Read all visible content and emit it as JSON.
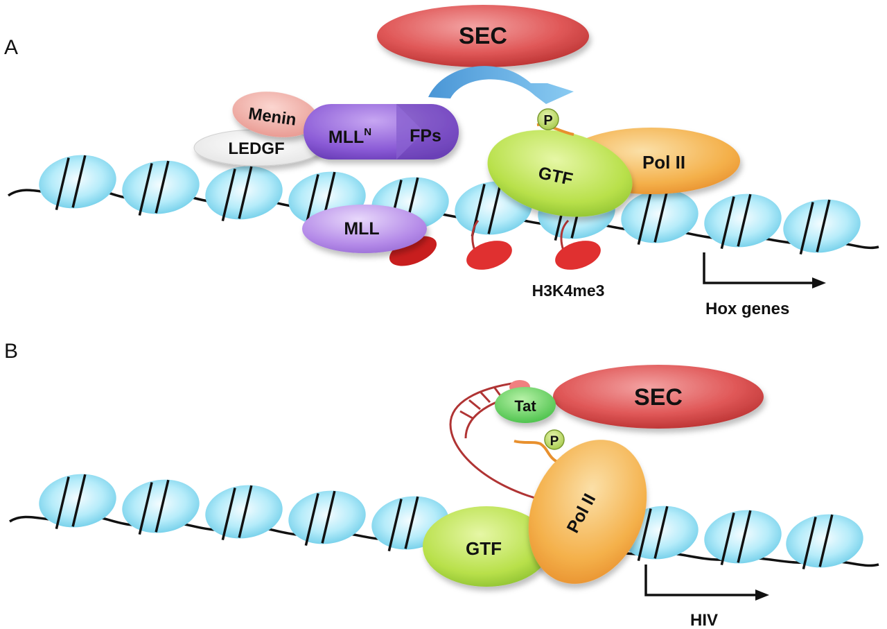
{
  "panels": [
    {
      "letter": "A",
      "labels": {
        "sec": "SEC",
        "menin": "Menin",
        "ledgf": "LEDGF",
        "mll_n_base": "MLL",
        "mll_n_sup": "N",
        "fps": "FPs",
        "mll": "MLL",
        "p": "P",
        "gtf": "GTF",
        "pol2": "Pol II",
        "h3k4me3": "H3K4me3",
        "gene": "Hox genes"
      }
    },
    {
      "letter": "B",
      "labels": {
        "sec": "SEC",
        "tat": "Tat",
        "p": "P",
        "gtf": "GTF",
        "pol2": "Pol II",
        "gene": "HIV"
      }
    }
  ],
  "colors": {
    "sec": "#d94a4a",
    "mll_complex": "#8a5ad6",
    "menin": "#f2a8a0",
    "ledgf": "#ffffff",
    "gtf": "#b8e04a",
    "pol2": "#f4b04a",
    "phospho": "#b8d860",
    "tat": "#5ed65e",
    "nucleosome": "#7fd6ee",
    "histone_mark": "#e03030",
    "rna": "#b03434",
    "arrow_blue": "#5aa6e0",
    "dna": "#111111"
  }
}
